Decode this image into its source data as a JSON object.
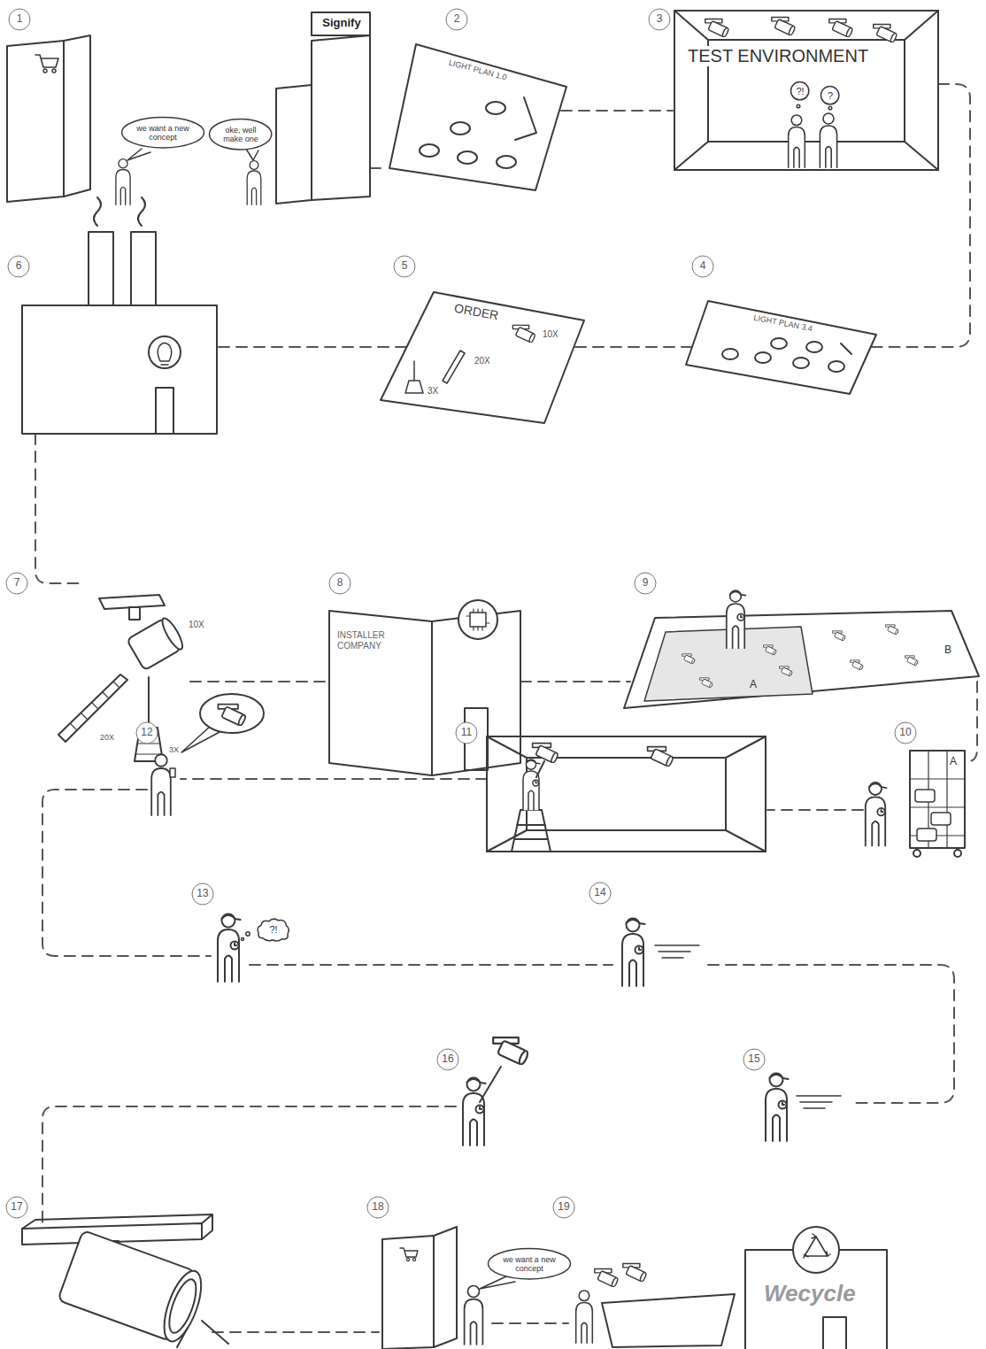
{
  "diagram": {
    "nodes": [
      {
        "text": [
          "1"
        ]
      },
      {
        "text": [
          "we want a new concept"
        ]
      },
      {
        "text": [
          "oke, well make one"
        ]
      },
      {
        "text": [
          "2"
        ]
      },
      {
        "text": [
          "3"
        ]
      },
      {
        "text": [
          "?!"
        ]
      },
      {
        "text": [
          "?"
        ]
      },
      {
        "text": [
          "4"
        ]
      },
      {
        "text": [
          "5"
        ]
      },
      {
        "text": [
          "6"
        ]
      },
      {
        "text": [
          "7"
        ]
      },
      {
        "text": [
          "8"
        ]
      },
      {
        "text": [
          "9"
        ]
      },
      {
        "text": [
          "10"
        ]
      },
      {
        "text": [
          "11"
        ]
      },
      {
        "text": [
          "12"
        ]
      },
      {
        "text": [
          "13"
        ]
      },
      {
        "text": [
          "?!"
        ]
      },
      {
        "text": [
          "14"
        ]
      },
      {
        "text": [
          "15"
        ]
      },
      {
        "text": [
          "16"
        ]
      },
      {
        "text": [
          "17"
        ]
      },
      {
        "text": [
          "18"
        ]
      },
      {
        "text": [
          "we want a new concept"
        ]
      },
      {
        "text": [
          "19"
        ]
      }
    ],
    "labels": [
      "Signify",
      "LIGHT PLAN 1.0",
      "TEST ENVIRONMENT",
      "LIGHT PLAN 3.4",
      "ORDER",
      "10X",
      "20X",
      "3X",
      "10X",
      "20X",
      "3X",
      "INSTALLER COMPANY",
      "A",
      "B",
      "A",
      "Wecycle"
    ]
  }
}
